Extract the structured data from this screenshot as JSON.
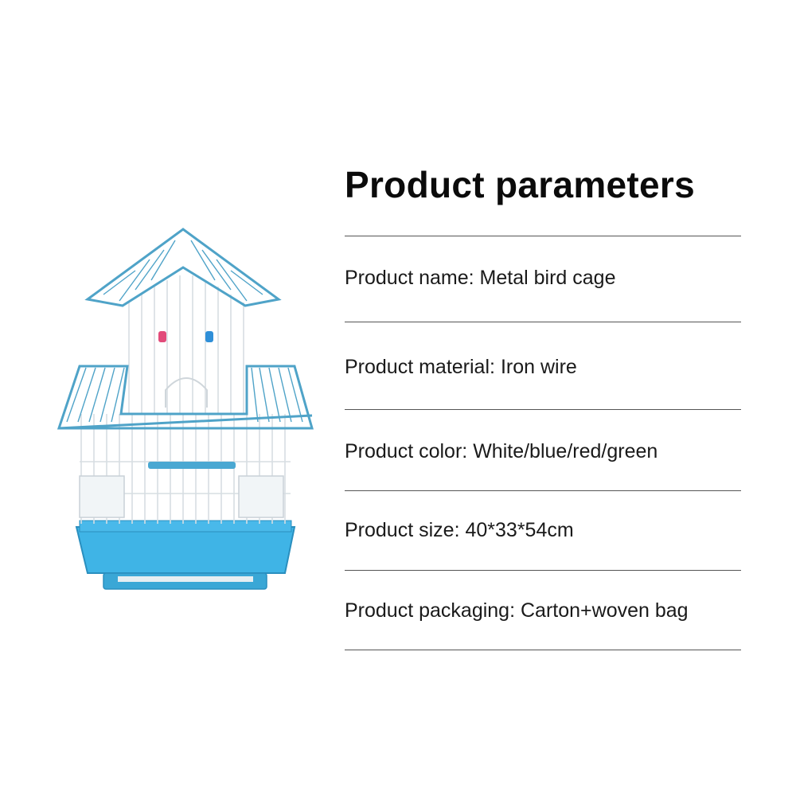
{
  "title": "Product parameters",
  "parameters": [
    {
      "label": "Product name",
      "value": "Metal bird cage"
    },
    {
      "label": "Product material",
      "value": "Iron wire"
    },
    {
      "label": "Product color",
      "value": "White/blue/red/green"
    },
    {
      "label": "Product size",
      "value": "40*33*54cm"
    },
    {
      "label": "Product packaging",
      "value": "Carton+woven bag"
    }
  ],
  "colors": {
    "cage_blue": "#4fa3c8",
    "tray_blue": "#3fb4e6",
    "wire_white": "#e9edf0",
    "ornament_red": "#e24b7a",
    "ornament_blue": "#2f8fd8"
  }
}
